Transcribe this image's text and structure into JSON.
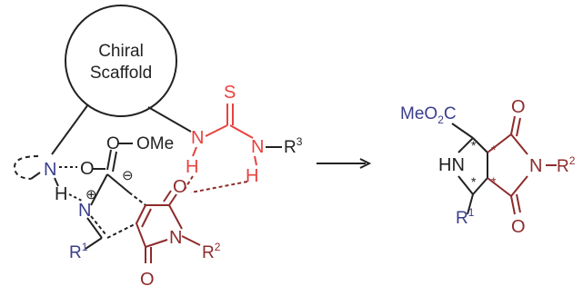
{
  "colors": {
    "black": "#222222",
    "blue": "#3a3e8c",
    "red": "#e8423f",
    "darkred": "#8e2b2b",
    "gray": "#555555"
  },
  "scaffold": {
    "line1": "Chiral",
    "line2": "Scaffold"
  },
  "left": {
    "ome": "OMe",
    "carbonyl_o_top": "O",
    "carbonyl_o_bottom": "O",
    "ester_o": "O",
    "amine_n": "N",
    "amine_h": "H",
    "iminium_n": "N",
    "plus": "⊕",
    "minus": "⊖",
    "r": "R",
    "r1_sup": "1",
    "r2_sup": "2",
    "imide_n": "N",
    "thiourea_s": "S",
    "thiourea_n1": "N",
    "thiourea_n2": "N",
    "thiourea_h1": "H",
    "thiourea_h2": "H",
    "r3_sup": "3"
  },
  "right": {
    "ester": "MeO",
    "ester_sub": "2",
    "ester_c": "C",
    "hn": "HN",
    "o_top": "O",
    "o_bottom": "O",
    "imide_n": "N",
    "r": "R",
    "r1_sup": "1",
    "r2_sup": "2",
    "star": "*"
  }
}
